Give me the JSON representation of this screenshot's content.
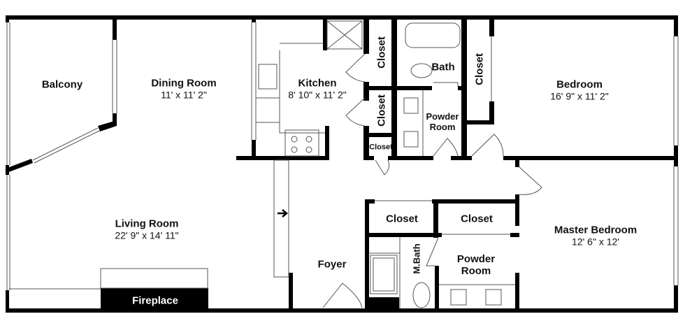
{
  "floor_plan": {
    "rooms": [
      {
        "id": "balcony",
        "name": "Balcony",
        "dimensions": null
      },
      {
        "id": "dining-room",
        "name": "Dining Room",
        "dimensions": "11' x 11' 2\""
      },
      {
        "id": "kitchen",
        "name": "Kitchen",
        "dimensions": "8' 10\" x 11' 2\""
      },
      {
        "id": "closet-1",
        "name": "Closet",
        "dimensions": null
      },
      {
        "id": "closet-2",
        "name": "Closet",
        "dimensions": null
      },
      {
        "id": "closet-3",
        "name": "Closet",
        "dimensions": null
      },
      {
        "id": "bath",
        "name": "Bath",
        "dimensions": null
      },
      {
        "id": "powder-room-1",
        "name": "Powder Room",
        "dimensions": null
      },
      {
        "id": "closet-4",
        "name": "Closet",
        "dimensions": null
      },
      {
        "id": "bedroom",
        "name": "Bedroom",
        "dimensions": "16' 9\" x 11' 2\""
      },
      {
        "id": "living-room",
        "name": "Living Room",
        "dimensions": "22' 9\" x 14' 11\""
      },
      {
        "id": "fireplace",
        "name": "Fireplace",
        "dimensions": null
      },
      {
        "id": "foyer",
        "name": "Foyer",
        "dimensions": null
      },
      {
        "id": "closet-5",
        "name": "Closet",
        "dimensions": null
      },
      {
        "id": "closet-6",
        "name": "Closet",
        "dimensions": null
      },
      {
        "id": "m-bath",
        "name": "M.Bath",
        "dimensions": null
      },
      {
        "id": "powder-room-2",
        "name": "Powder Room",
        "dimensions": null
      },
      {
        "id": "master-bedroom",
        "name": "Master Bedroom",
        "dimensions": "12' 6\" x 12'"
      }
    ],
    "colors": {
      "wall": "#000000",
      "background": "#ffffff",
      "fixture": "#555555"
    }
  }
}
